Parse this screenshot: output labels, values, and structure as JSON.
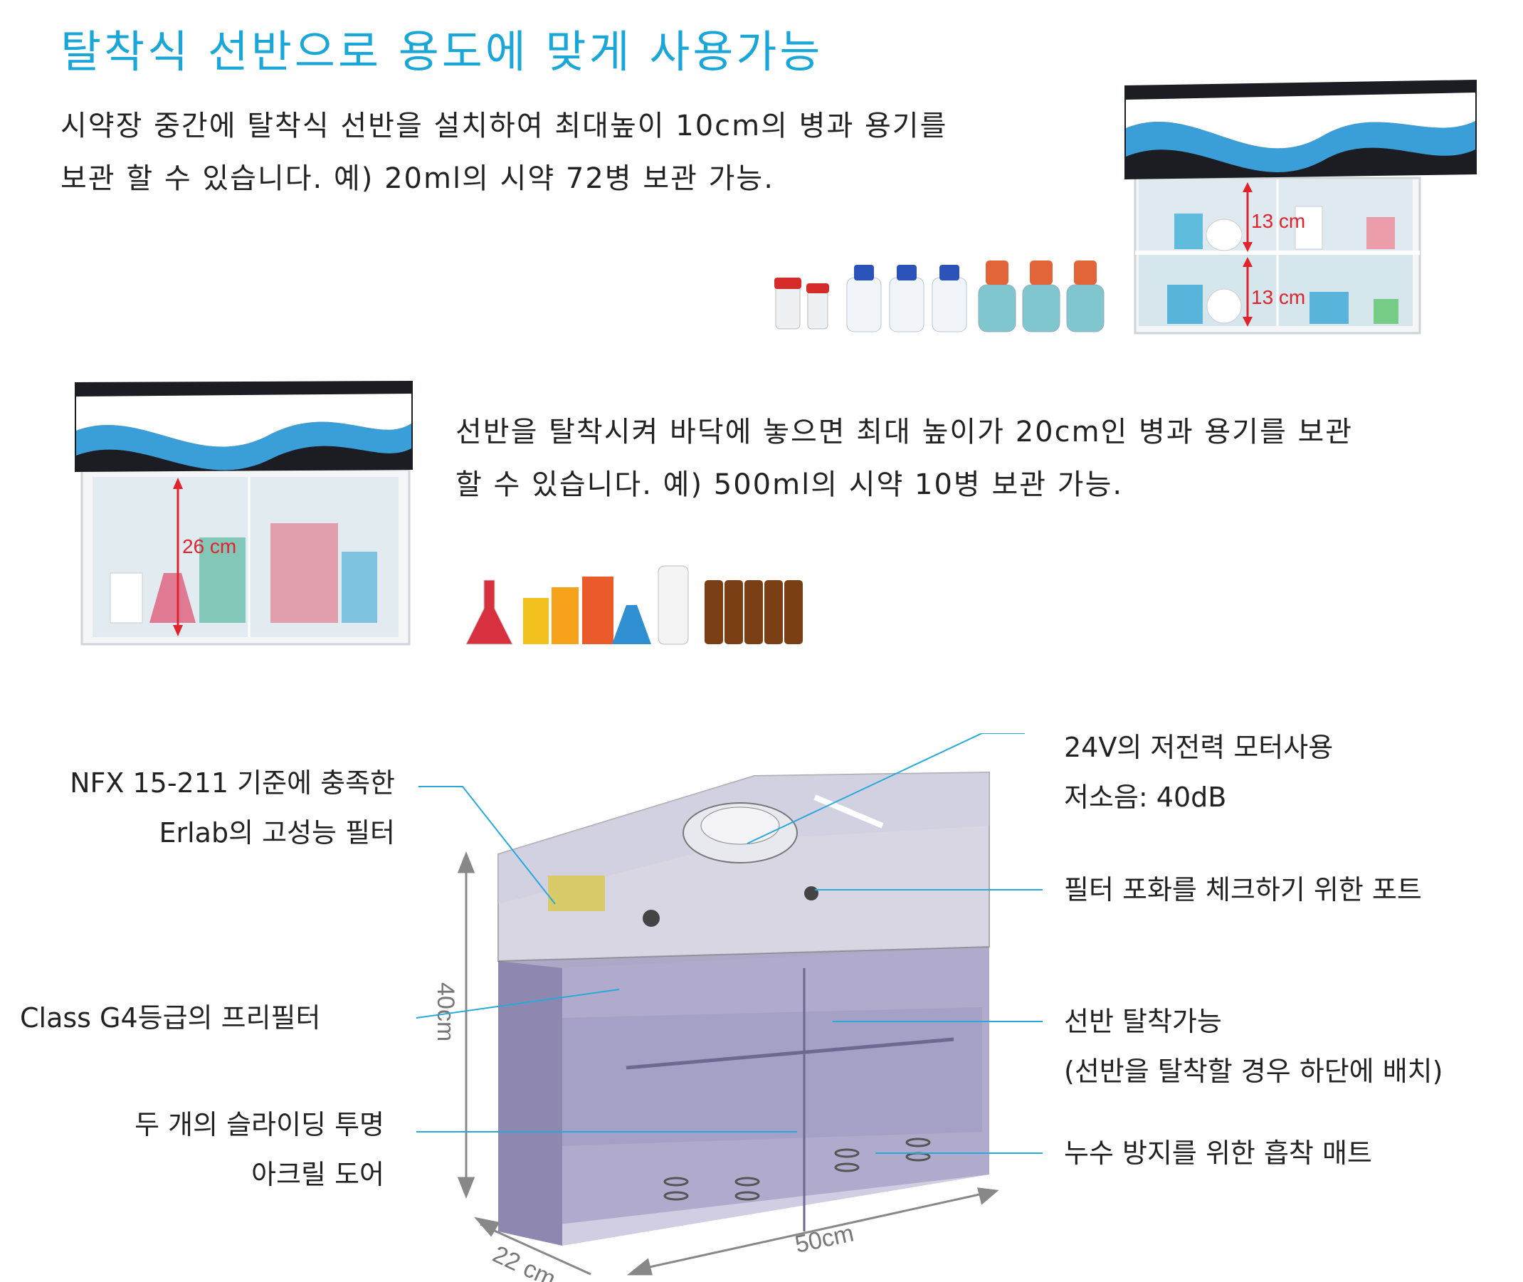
{
  "title": "탈착식 선반으로 용도에 맞게 사용가능",
  "section1": {
    "line1": "시약장 중간에 탈착식 선반을 설치하여 최대높이 10cm의 병과 용기를",
    "line2": "보관 할 수 있습니다. 예) 20ml의 시약 72병 보관 가능.",
    "dim_upper": "13 cm",
    "dim_lower": "13 cm"
  },
  "section2": {
    "line1": "선반을 탈착시켜 바닥에 놓으면 최대 높이가 20cm인 병과 용기를 보관",
    "line2": "할 수 있습니다. 예) 500ml의 시약 10병 보관 가능.",
    "dim_height": "26 cm"
  },
  "diagram": {
    "labels_left": {
      "filter_l1": "NFX 15-211 기준에 충족한",
      "filter_l2": "Erlab의 고성능 필터",
      "prefilter": "Class G4등급의 프리필터",
      "doors_l1": "두 개의 슬라이딩 투명",
      "doors_l2": "아크릴 도어"
    },
    "labels_right": {
      "motor_l1": "24V의 저전력 모터사용",
      "motor_l2": "저소음: 40dB",
      "port": "필터 포화를 체크하기 위한 포트",
      "shelf_l1": "선반 탈착가능",
      "shelf_l2": "(선반을 탈착할 경우 하단에 배치)",
      "mat": "누수 방지를 위한 흡착 매트"
    },
    "dims": {
      "height": "40cm",
      "depth": "22 cm",
      "width": "50cm"
    }
  },
  "colors": {
    "title": "#1aa7d8",
    "leader_line": "#29a9d9",
    "dimension_red": "#e0232c",
    "cabinet_top": "#1c1d22",
    "wave_blue": "#3a9fd8"
  }
}
